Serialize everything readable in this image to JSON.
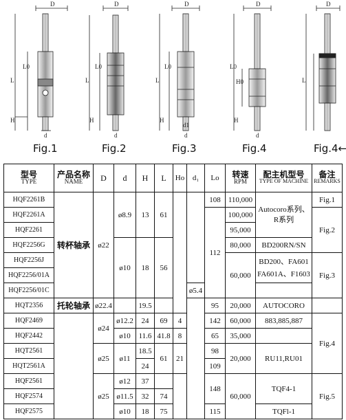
{
  "figures": [
    {
      "label": "Fig.1"
    },
    {
      "label": "Fig.2"
    },
    {
      "label": "Fig.3"
    },
    {
      "label": "Fig.4"
    },
    {
      "label": "Fig.4←"
    }
  ],
  "dimension_labels": {
    "D": "D",
    "d": "d",
    "L": "L",
    "L0": "L0",
    "H": "H",
    "H0": "H0",
    "d1": "d1"
  },
  "table": {
    "headers": {
      "type": {
        "cn": "型号",
        "en": "TYPE"
      },
      "name": {
        "cn": "产品名称",
        "en": "NAME"
      },
      "D": "D",
      "d": "d",
      "H": "H",
      "L": "L",
      "Ho": "Ho",
      "d1": "d₁",
      "Lo": "Lo",
      "rpm": {
        "cn": "转速",
        "en": "RPM"
      },
      "machine": {
        "cn": "配主机型号",
        "en": "TYPE OF MACHINE"
      },
      "remarks": {
        "cn": "备注",
        "en": "REMARKS"
      }
    },
    "types": [
      "HQF2261B",
      "HQF2261A",
      "HQF2261",
      "HQF2256G",
      "HQF2256J",
      "HQF2256/01A",
      "HQF2256/01C",
      "HQT2356",
      "HQF2469",
      "HQF2442",
      "HQT2561",
      "HQT2561A",
      "HQF2561",
      "HQF2574",
      "HQF2575"
    ],
    "names": {
      "spindle": "转杯轴承",
      "pulley": "托轮轴承"
    },
    "D": {
      "v22": "ø22",
      "v224": "ø22.4",
      "v24": "ø24",
      "v25a": "ø25",
      "v25b": "ø25"
    },
    "d": {
      "v89": "ø8.9",
      "v10a": "ø10",
      "v122": "ø12.2",
      "v10b": "ø10",
      "v11": "ø11",
      "v12": "ø12",
      "v115": "ø11.5",
      "v10c": "ø10"
    },
    "H": {
      "h13": "13",
      "h18": "18",
      "h195": "19.5",
      "h24a": "24",
      "h116": "11.6",
      "h185": "18.5",
      "h24b": "24",
      "h37": "37",
      "h32": "32",
      "h18b": "18"
    },
    "L": {
      "l61": "61",
      "l56": "56",
      "l69": "69",
      "l418": "41.8",
      "l61b": "61",
      "l74": "74",
      "l75": "75"
    },
    "Ho": {
      "h4": "4",
      "h8": "8",
      "h21": "21"
    },
    "d1": {
      "v54": "ø5.4"
    },
    "Lo": {
      "l108": "108",
      "l112": "112",
      "l95": "95",
      "l142": "142",
      "l65": "65",
      "l98": "98",
      "l109": "109",
      "l148": "148",
      "l115": "115"
    },
    "rpm": {
      "r110": "110,000",
      "r100": "100,000",
      "r95": "95,000",
      "r80": "80,000",
      "r60a": "60,000",
      "r20a": "20,000",
      "r60b": "60,000",
      "r35": "35,000",
      "r20b": "20,000",
      "r60c": "60,000"
    },
    "machine": {
      "m1a": "Autocoro系列、",
      "m1b": "R系列",
      "m2": "BD200RN/SN",
      "m3a": "BD200、FA601",
      "m3b": "FA601A、F1603",
      "m4": "AUTOCORO",
      "m5": "883,885,887",
      "m6": "RU11,RU01",
      "m7": "TQF4-1",
      "m8": "TQFl-1"
    },
    "remarks": {
      "f1": "Fig.1",
      "f2": "Fig.2",
      "f3": "Fig.3",
      "f4": "Fig.4",
      "f5": "Fig.5"
    }
  }
}
